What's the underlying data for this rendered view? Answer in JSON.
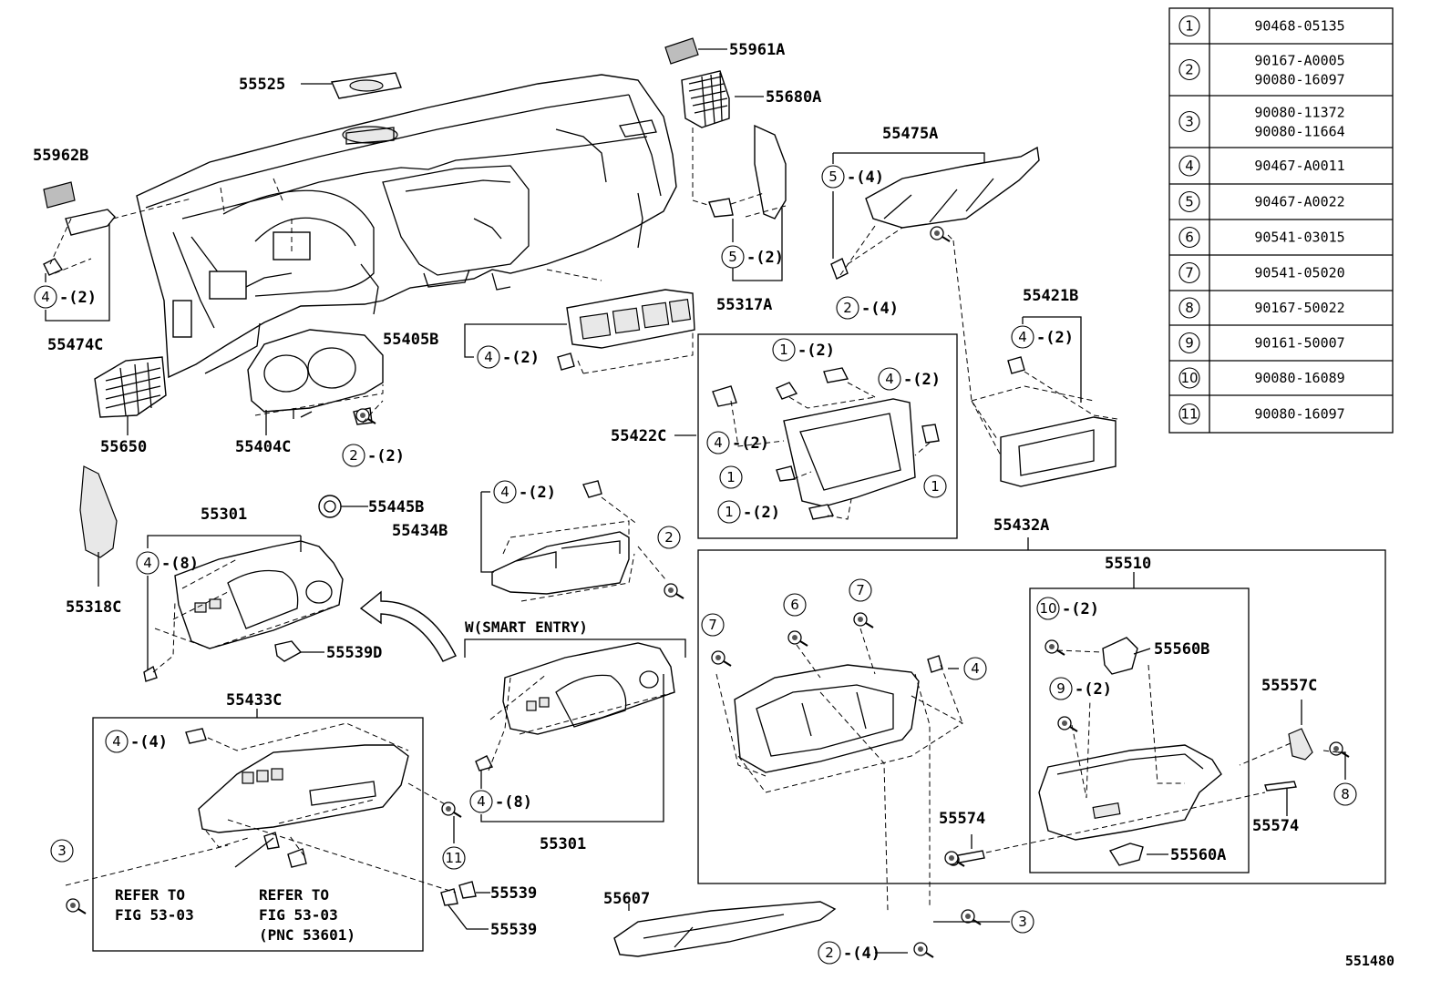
{
  "table": [
    {
      "n": "1",
      "parts": [
        "90468-05135"
      ]
    },
    {
      "n": "2",
      "parts": [
        "90167-A0005",
        "90080-16097"
      ]
    },
    {
      "n": "3",
      "parts": [
        "90080-11372",
        "90080-11664"
      ]
    },
    {
      "n": "4",
      "parts": [
        "90467-A0011"
      ]
    },
    {
      "n": "5",
      "parts": [
        "90467-A0022"
      ]
    },
    {
      "n": "6",
      "parts": [
        "90541-03015"
      ]
    },
    {
      "n": "7",
      "parts": [
        "90541-05020"
      ]
    },
    {
      "n": "8",
      "parts": [
        "90167-50022"
      ]
    },
    {
      "n": "9",
      "parts": [
        "90161-50007"
      ]
    },
    {
      "n": "10",
      "parts": [
        "90080-16089"
      ]
    },
    {
      "n": "11",
      "parts": [
        "90080-16097"
      ]
    }
  ],
  "labels": {
    "p55961A": "55961A",
    "p55525": "55525",
    "p55680A": "55680A",
    "p55962B": "55962B",
    "p55475A": "55475A",
    "p55474C": "55474C",
    "p55317A": "55317A",
    "p55405B": "55405B",
    "p55421B": "55421B",
    "p55650": "55650",
    "p55404C": "55404C",
    "p55422C": "55422C",
    "p55445B": "55445B",
    "p55301a": "55301",
    "p55434B": "55434B",
    "p55318C": "55318C",
    "p55432A": "55432A",
    "p55510": "55510",
    "p55539D": "55539D",
    "p55560B": "55560B",
    "p55557C": "55557C",
    "p55433C": "55433C",
    "p55301b": "55301",
    "p55574a": "55574",
    "p55574b": "55574",
    "p55560A": "55560A",
    "p55539a": "55539",
    "p55539b": "55539",
    "p55607": "55607",
    "smart_entry": "W(SMART ENTRY)",
    "refer1_l1": "REFER TO",
    "refer1_l2": "FIG 53-03",
    "refer2_l1": "REFER TO",
    "refer2_l2": "FIG 53-03",
    "refer2_l3": "(PNC 53601)",
    "figure_id": "551480"
  },
  "callouts": {
    "c1": {
      "n": "4",
      "q": "-(2)"
    },
    "c2": {
      "n": "5",
      "q": "-(4)"
    },
    "c3": {
      "n": "5",
      "q": "-(2)"
    },
    "c4": {
      "n": "2",
      "q": "-(4)"
    },
    "c5": {
      "n": "4",
      "q": "-(2)"
    },
    "c6": {
      "n": "4",
      "q": "-(2)"
    },
    "c7": {
      "n": "1",
      "q": "-(2)"
    },
    "c8": {
      "n": "4",
      "q": "-(2)"
    },
    "c9": {
      "n": "4",
      "q": "-(2)"
    },
    "c10": {
      "n": "1",
      "q": ""
    },
    "c11": {
      "n": "1",
      "q": ""
    },
    "c12": {
      "n": "1",
      "q": "-(2)"
    },
    "c13": {
      "n": "2",
      "q": "-(2)"
    },
    "c14": {
      "n": "4",
      "q": "-(2)"
    },
    "c15": {
      "n": "2",
      "q": ""
    },
    "c16": {
      "n": "4",
      "q": "-(8)"
    },
    "c17": {
      "n": "7",
      "q": ""
    },
    "c18": {
      "n": "6",
      "q": ""
    },
    "c19": {
      "n": "7",
      "q": ""
    },
    "c20": {
      "n": "10",
      "q": "-(2)"
    },
    "c21": {
      "n": "4",
      "q": ""
    },
    "c22": {
      "n": "9",
      "q": "-(2)"
    },
    "c23": {
      "n": "8",
      "q": ""
    },
    "c24": {
      "n": "4",
      "q": "-(4)"
    },
    "c25": {
      "n": "4",
      "q": "-(8)"
    },
    "c26": {
      "n": "11",
      "q": ""
    },
    "c27": {
      "n": "3",
      "q": ""
    },
    "c28": {
      "n": "3",
      "q": ""
    },
    "c29": {
      "n": "2",
      "q": "-(4)"
    }
  }
}
